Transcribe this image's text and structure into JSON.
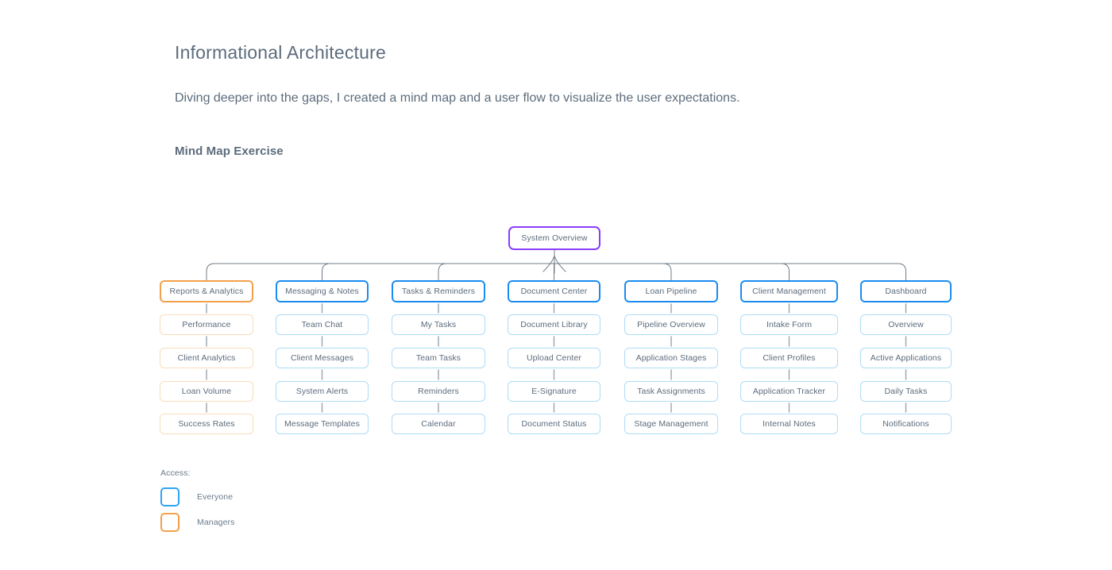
{
  "page": {
    "title": "Informational Architecture",
    "subtitle": "Diving deeper into the gaps, I created a mind map and a user flow to visualize the user expectations.",
    "section_title": "Mind Map Exercise"
  },
  "colors": {
    "root_border": "#8b3dfa",
    "branch_everyone": "#1a8cf0",
    "branch_managers": "#f2a04b",
    "leaf_everyone": "#aedcf7",
    "leaf_managers": "#f9dcba",
    "connector": "#707c86",
    "text": "#5c6c7c"
  },
  "mindmap": {
    "root": {
      "label": "System Overview",
      "access": "root"
    },
    "branches": [
      {
        "label": "Reports & Analytics",
        "access": "managers",
        "children": [
          "Performance",
          "Client Analytics",
          "Loan Volume",
          "Success Rates"
        ]
      },
      {
        "label": "Messaging & Notes",
        "access": "everyone",
        "children": [
          "Team Chat",
          "Client Messages",
          "System Alerts",
          "Message Templates"
        ]
      },
      {
        "label": "Tasks & Reminders",
        "access": "everyone",
        "children": [
          "My Tasks",
          "Team Tasks",
          "Reminders",
          "Calendar"
        ]
      },
      {
        "label": "Document Center",
        "access": "everyone",
        "children": [
          "Document Library",
          "Upload Center",
          "E-Signature",
          "Document Status"
        ]
      },
      {
        "label": "Loan Pipeline",
        "access": "everyone",
        "children": [
          "Pipeline Overview",
          "Application Stages",
          "Task Assignments",
          "Stage Management"
        ]
      },
      {
        "label": "Client Management",
        "access": "everyone",
        "children": [
          "Intake Form",
          "Client Profiles",
          "Application Tracker",
          "Internal Notes"
        ]
      },
      {
        "label": "Dashboard",
        "access": "everyone",
        "children": [
          "Overview",
          "Active Applications",
          "Daily Tasks",
          "Notifications"
        ]
      }
    ]
  },
  "legend": {
    "title": "Access:",
    "items": [
      {
        "label": "Everyone",
        "access": "everyone"
      },
      {
        "label": "Managers",
        "access": "managers"
      }
    ]
  }
}
